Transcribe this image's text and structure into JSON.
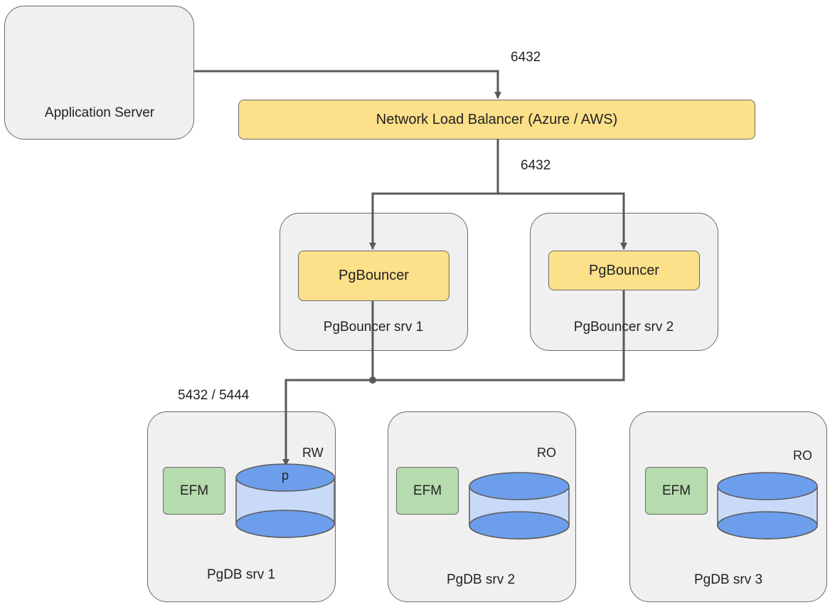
{
  "app_server": {
    "label": "Application Server"
  },
  "load_balancer": {
    "label": "Network Load Balancer (Azure / AWS)"
  },
  "ports": {
    "app_to_lb": "6432",
    "lb_to_bouncers": "6432",
    "bouncers_to_db": "5432 / 5444"
  },
  "bouncer_servers": [
    {
      "server_label": "PgBouncer srv 1",
      "component_label": "PgBouncer"
    },
    {
      "server_label": "PgBouncer srv 2",
      "component_label": "PgBouncer"
    }
  ],
  "db_servers": [
    {
      "server_label": "PgDB srv 1",
      "efm_label": "EFM",
      "role": "RW",
      "db_label": "p"
    },
    {
      "server_label": "PgDB srv 2",
      "efm_label": "EFM",
      "role": "RO",
      "db_label": ""
    },
    {
      "server_label": "PgDB srv 3",
      "efm_label": "EFM",
      "role": "RO",
      "db_label": ""
    }
  ],
  "colors": {
    "server_fill": "#f0f0f0",
    "component_yellow": "#fce08a",
    "efm_green": "#b6dbae",
    "db_top_blue": "#6d9eeb",
    "db_body_blue": "#c9daf8",
    "connector": "#595959"
  }
}
